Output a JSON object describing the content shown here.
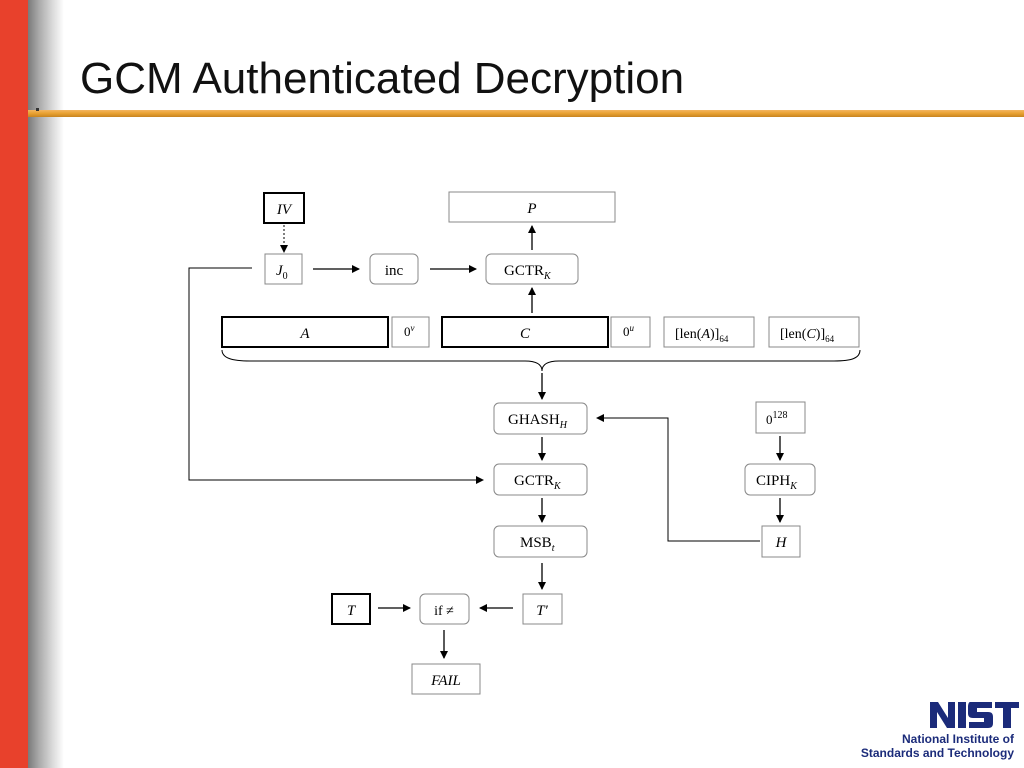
{
  "slide": {
    "title": "GCM Authenticated Decryption"
  },
  "diagram": {
    "iv": "IV",
    "plaintext": "P",
    "j": "J",
    "j_sub": "0",
    "inc": "inc",
    "gctr": "GCTR",
    "gctr_sub": "K",
    "a": "A",
    "zero": "0",
    "zero_v_sup": "v",
    "c": "C",
    "zero_u_sup": "u",
    "len_prefix": "[len(",
    "len_suffix": ")]",
    "len_sub": "64",
    "ghash": "GHASH",
    "ghash_sub": "H",
    "zero_128_sup": "128",
    "ciph": "CIPH",
    "ciph_sub": "K",
    "msb": "MSB",
    "msb_sub": "t",
    "h": "H",
    "t": "T",
    "t_prime": "T′",
    "if_neq": "if ≠",
    "fail": "FAIL"
  },
  "logo": {
    "mark": "NIST",
    "line1": "National Institute of",
    "line2": "Standards and Technology",
    "color": "#1b2b7a"
  },
  "colors": {
    "red_bar": "#e8412c",
    "gold_rule": "#e8a030"
  }
}
